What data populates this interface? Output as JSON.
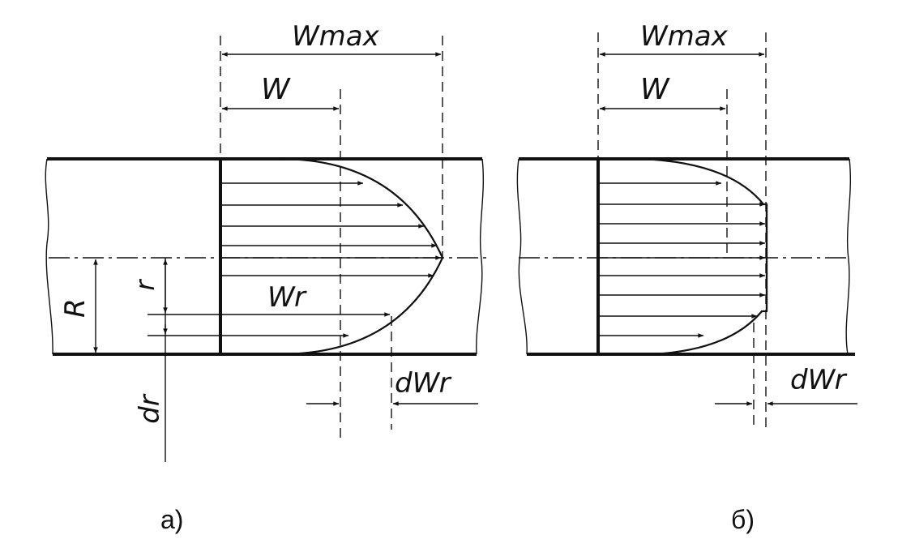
{
  "panel_a": {
    "caption": "а)",
    "labels": {
      "w_max": "Wmax",
      "w": "W",
      "w_r": "Wr",
      "radius": "R",
      "r": "r",
      "dr": "dr",
      "dw_r": "dWr"
    }
  },
  "panel_b": {
    "caption": "б)",
    "labels": {
      "w_max": "Wmax",
      "w": "W",
      "dw_r": "dWr"
    }
  }
}
